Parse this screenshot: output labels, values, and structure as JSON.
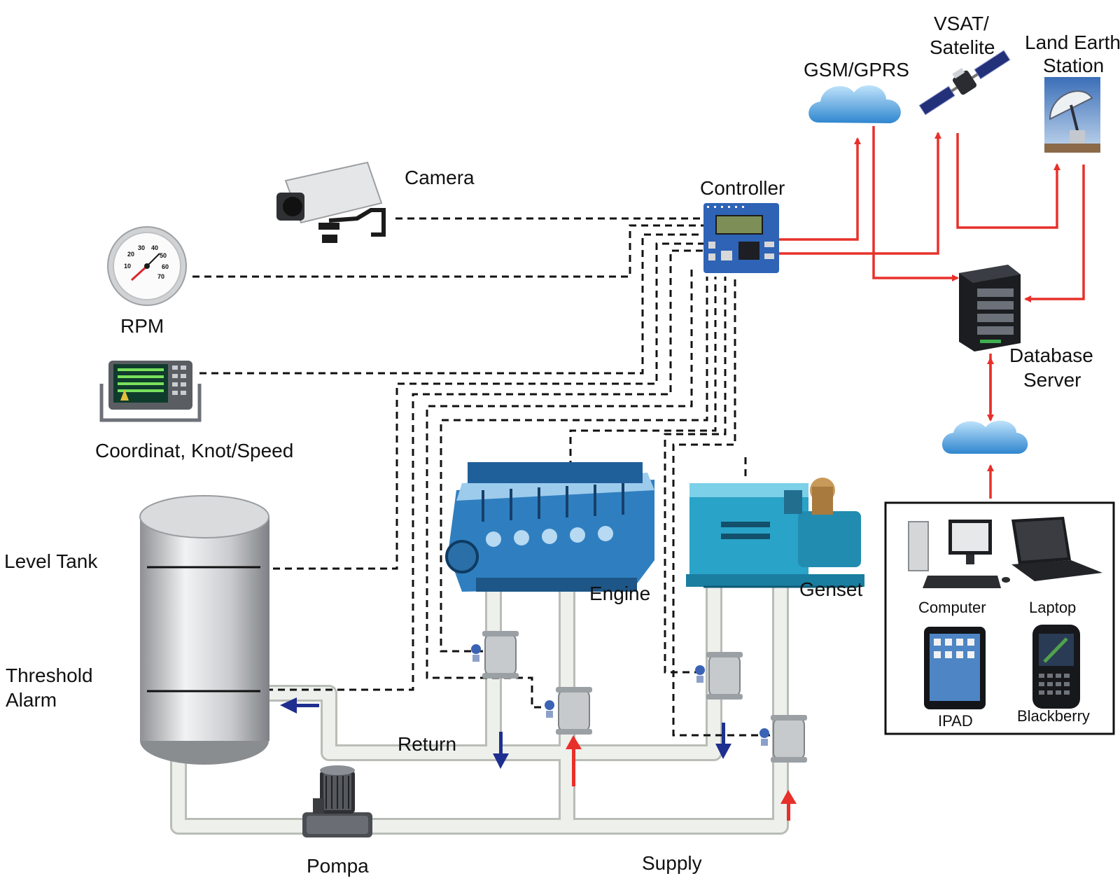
{
  "labels": {
    "camera": "Camera",
    "controller": "Controller",
    "rpm": "RPM",
    "gps": "Coordinat, Knot/Speed",
    "level_tank": "Level Tank",
    "threshold_line1": "Threshold",
    "threshold_line2": "Alarm",
    "engine": "Engine",
    "genset": "Genset",
    "return": "Return",
    "supply": "Supply",
    "pump": "Pompa",
    "gsm": "GSM/GPRS",
    "vsat_line1": "VSAT/",
    "vsat_line2": "Satelite",
    "les_line1": "Land Earth",
    "les_line2": "Station",
    "db_line1": "Database",
    "db_line2": "Server",
    "computer": "Computer",
    "laptop": "Laptop",
    "ipad": "IPAD",
    "blackberry": "Blackberry"
  },
  "gauge_ticks": [
    "30",
    "40",
    "20",
    "50",
    "10",
    "60",
    "70"
  ],
  "colors": {
    "signal_link": "#e8302a",
    "dashed_wire": "#111111",
    "flow_down": "#1f2f8f",
    "flow_up": "#e8302a",
    "cloud": "#4a9fdc",
    "engine_body": "#2f7fc0",
    "genset_body": "#2aa3c8",
    "pipe": "#e8ebe6"
  },
  "icons": {
    "camera": "camera-icon",
    "controller": "controller-board-icon",
    "rpm": "rpm-gauge-icon",
    "gps": "gps-display-icon",
    "tank": "tank-icon",
    "engine": "engine-icon",
    "genset": "genset-icon",
    "pump": "pump-icon",
    "flowmeter": "flowmeter-icon",
    "gsm": "cloud-icon",
    "satellite": "satellite-icon",
    "les": "dish-antenna-icon",
    "server": "server-icon",
    "computer": "desktop-computer-icon",
    "laptop": "laptop-icon",
    "ipad": "tablet-icon",
    "blackberry": "smartphone-icon"
  }
}
